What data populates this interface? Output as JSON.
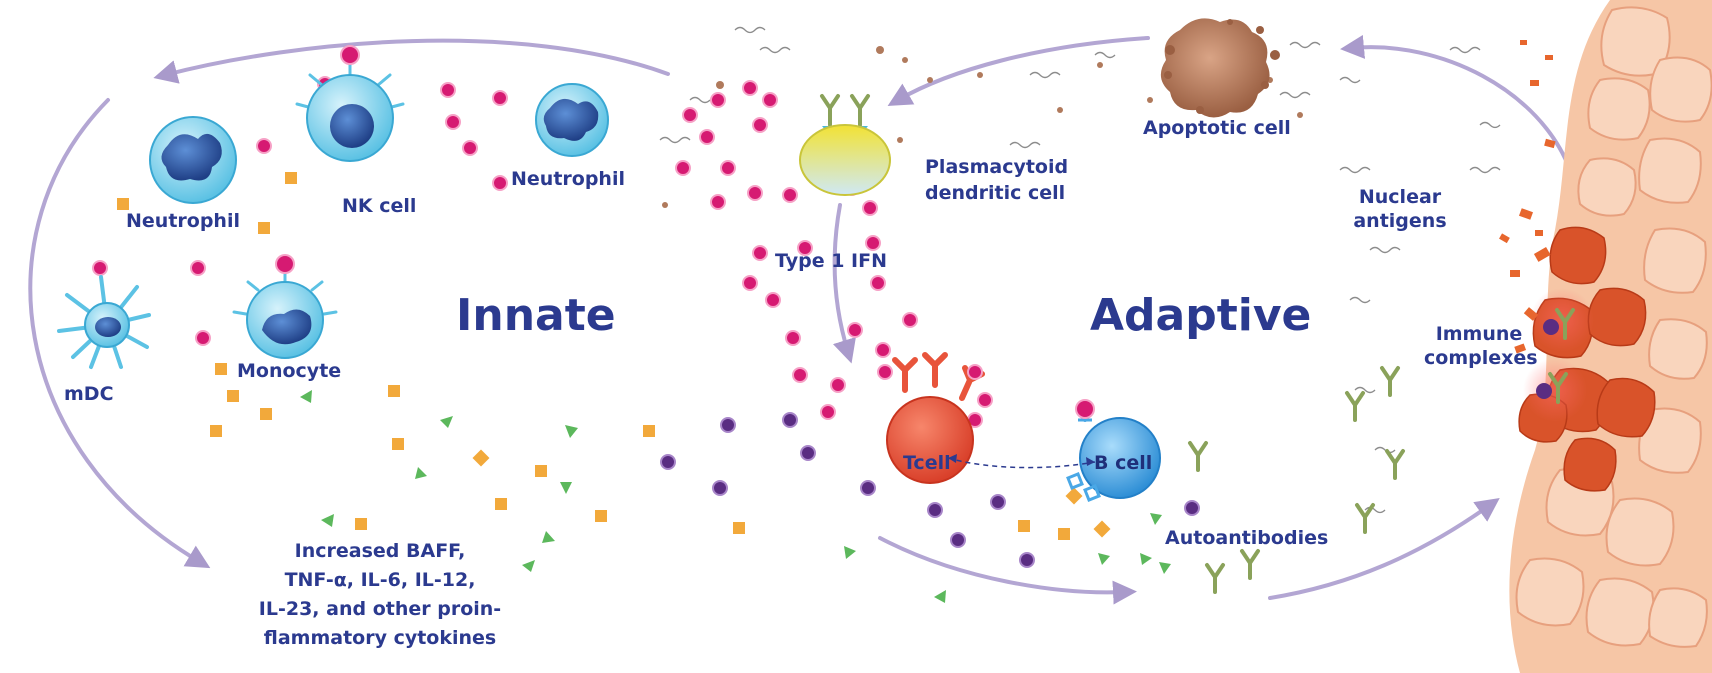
{
  "title_innate": "Innate",
  "title_adaptive": "Adaptive",
  "cells": {
    "neutrophil_left": "Neutrophil",
    "nk_cell": "NK cell",
    "neutrophil_right": "Neutrophil",
    "mdc": "mDC",
    "monocyte": "Monocyte",
    "pdc_line1": "Plasmacytoid",
    "pdc_line2": "dendritic cell",
    "apoptotic_cell": "Apoptotic cell",
    "t_cell": "Tcell",
    "b_cell": "B cell"
  },
  "labels": {
    "type1_ifn": "Type 1 IFN",
    "nuclear_line1": "Nuclear",
    "nuclear_line2": "antigens",
    "immune_line1": "Immune",
    "immune_line2": "complexes",
    "autoantibodies": "Autoantibodies"
  },
  "cytokines": {
    "line1": "Increased BAFF,",
    "line2": "TNF-α, IL-6, IL-12,",
    "line3": "IL-23, and other proin-",
    "line4": "flammatory cytokines"
  },
  "colors": {
    "text": "#2b3a8f",
    "arrow": "#a99acb",
    "cyan_cell": "#7fd0ea",
    "nucleus": "#2f5fa8",
    "magenta_dot": "#d61a72",
    "purple_dot": "#5a2d82",
    "orange_square": "#f2a93b",
    "green_triangle": "#5cb85c",
    "t_cell": "#e8543b",
    "b_cell": "#4aa8e6",
    "tissue": "#f7c9a9",
    "inflamed": "#d44a1f",
    "pdc_top": "#f5e23a",
    "pdc_bottom": "#cfe9f5",
    "apoptotic": "#b77a5a",
    "antibody": "#8aa25a"
  }
}
